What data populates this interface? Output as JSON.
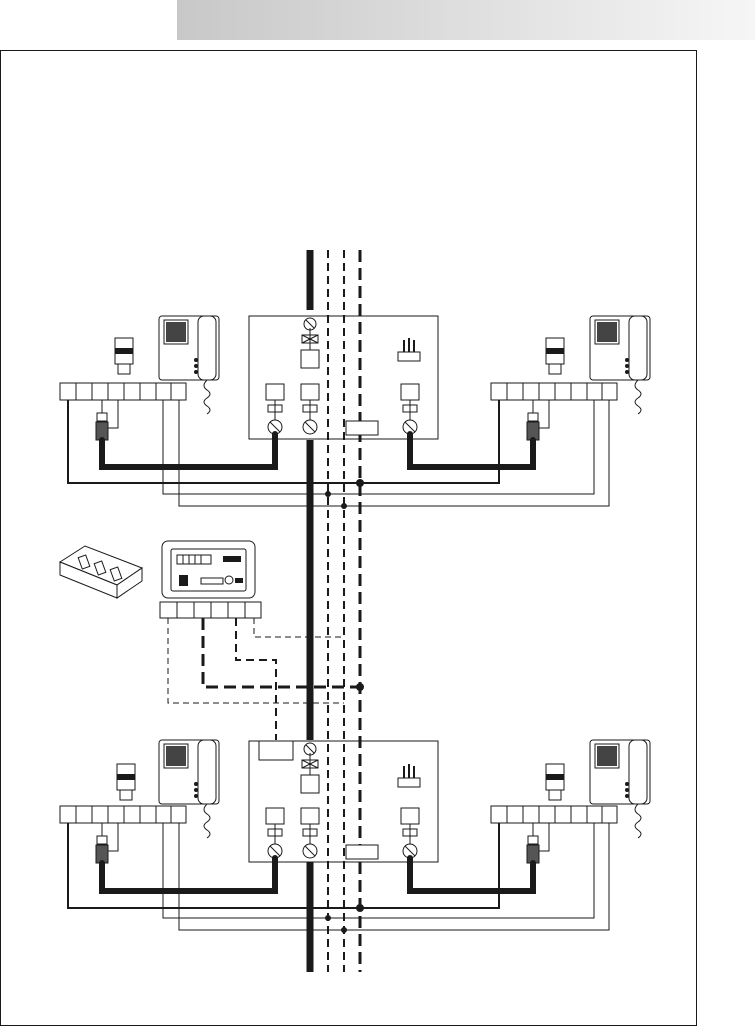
{
  "page": {
    "header_band": "gradient-gray",
    "frame": "outlined"
  },
  "colors": {
    "line": "#1a1a1a",
    "background": "#ffffff",
    "header_gradient_start": "#c8c8c8",
    "header_gradient_end": "#f6f6f6"
  },
  "diagram": {
    "type": "wiring-diagram",
    "text_labels": [],
    "icons": [
      "video-monitor-handset-icon",
      "door-chime-icon",
      "distributor-box",
      "jumper-plug-icon",
      "power-supply-unit",
      "switch-module-icon"
    ],
    "floors": 2,
    "monitors_per_floor": 2,
    "distributor_outputs": 3,
    "monitor_terminal_count": 8,
    "psu_terminal_count": 6
  }
}
